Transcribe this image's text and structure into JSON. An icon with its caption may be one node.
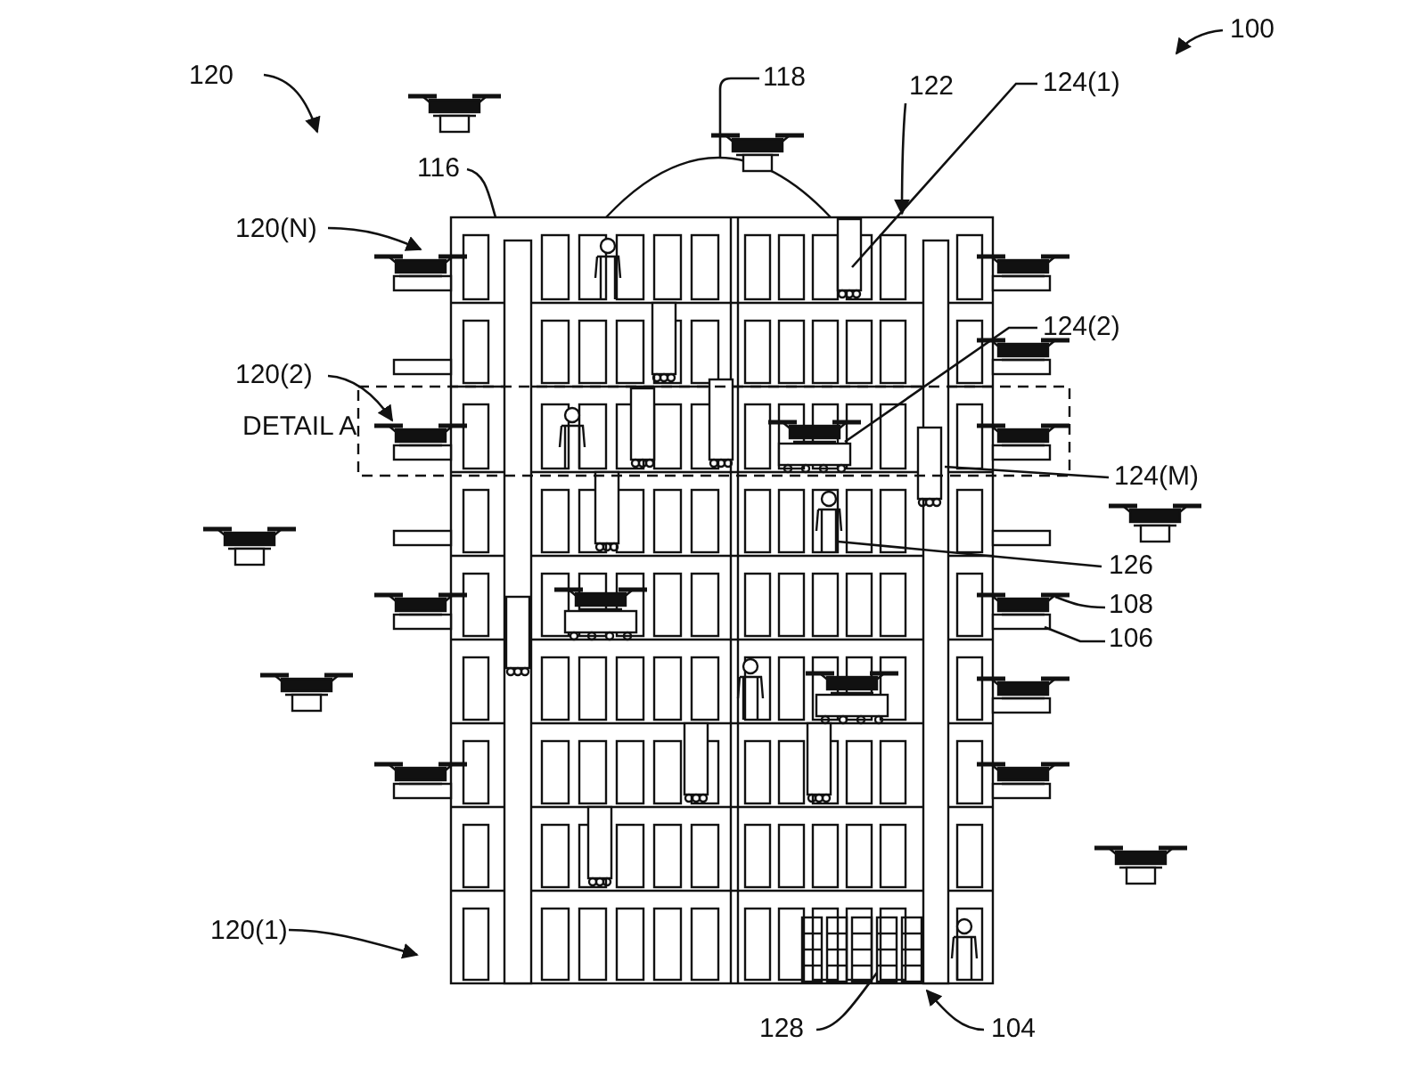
{
  "diagram": {
    "nodes": [
      {
        "text": [
          "100"
        ]
      },
      {
        "text": [
          "118"
        ]
      },
      {
        "text": [
          "120"
        ]
      },
      {
        "text": [
          "116"
        ]
      },
      {
        "text": [
          "122"
        ]
      },
      {
        "text": [
          "124(1)"
        ]
      },
      {
        "text": [
          "120(N)"
        ]
      },
      {
        "text": [
          "124(2)"
        ]
      },
      {
        "text": [
          "120(2)"
        ]
      },
      {
        "text": [
          "124(M)"
        ]
      },
      {
        "text": [
          "126"
        ]
      },
      {
        "text": [
          "108"
        ]
      },
      {
        "text": [
          "106"
        ]
      },
      {
        "text": [
          "120(1)"
        ]
      },
      {
        "text": [
          "128"
        ]
      },
      {
        "text": [
          "104"
        ]
      }
    ],
    "edges": [
      {
        "from": 0,
        "to": null,
        "arrow": "to"
      },
      {
        "from": 1,
        "to": null,
        "arrow": "none"
      },
      {
        "from": 2,
        "to": null,
        "arrow": "to"
      },
      {
        "from": 3,
        "to": null,
        "arrow": "none"
      },
      {
        "from": 4,
        "to": null,
        "arrow": "to"
      },
      {
        "from": 5,
        "to": null,
        "arrow": "none"
      },
      {
        "from": 6,
        "to": null,
        "arrow": "to"
      },
      {
        "from": 7,
        "to": null,
        "arrow": "none"
      },
      {
        "from": 8,
        "to": null,
        "arrow": "to"
      },
      {
        "from": 9,
        "to": null,
        "arrow": "none"
      },
      {
        "from": 10,
        "to": null,
        "arrow": "none"
      },
      {
        "from": 11,
        "to": null,
        "arrow": "none"
      },
      {
        "from": 12,
        "to": null,
        "arrow": "none"
      },
      {
        "from": 13,
        "to": null,
        "arrow": "to"
      },
      {
        "from": 14,
        "to": null,
        "arrow": "none"
      },
      {
        "from": 15,
        "to": null,
        "arrow": "to"
      }
    ],
    "labels": [
      "DETAIL A"
    ]
  }
}
